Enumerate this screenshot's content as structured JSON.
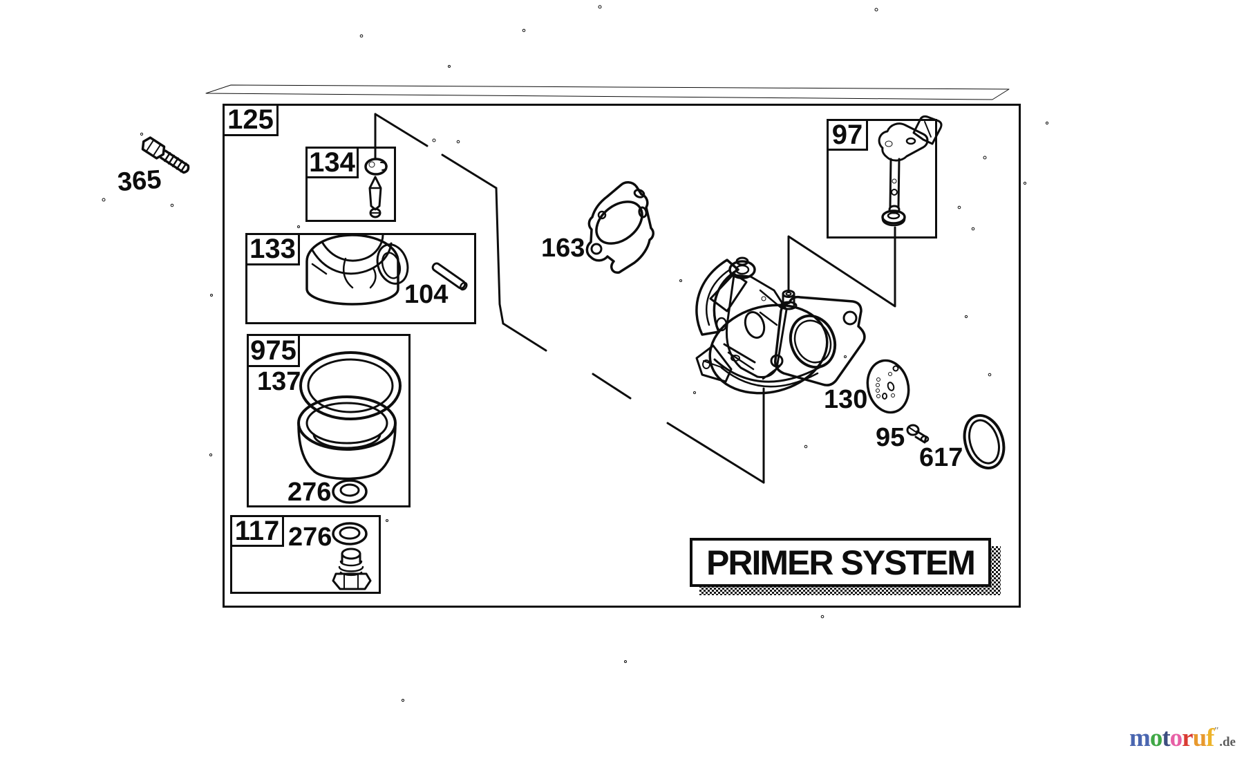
{
  "colors": {
    "ink": "#0d0d0d",
    "paper": "#ffffff"
  },
  "diagram": {
    "assembly_label": "125",
    "title_plate": "PRIMER SYSTEM",
    "group_boxes": [
      {
        "id": "needle-valve-kit",
        "label": "134"
      },
      {
        "id": "float-kit",
        "label": "133"
      },
      {
        "id": "bowl-kit",
        "label": "975"
      },
      {
        "id": "drain-kit",
        "label": "117"
      },
      {
        "id": "throttle-shaft-kit",
        "label": "97"
      }
    ],
    "callouts": {
      "mounting_bolt": "365",
      "carb_gasket": "163",
      "float_hinge_pin": "104",
      "bowl_gasket": "137",
      "bowl_washer": "276",
      "drain_washer": "276",
      "primer_plate": "130",
      "screw": "95",
      "o_ring": "617"
    }
  },
  "watermark": {
    "letters": [
      {
        "char": "m",
        "color": "#4a66b0"
      },
      {
        "char": "o",
        "color": "#3fa846"
      },
      {
        "char": "t",
        "color": "#3d4e80"
      },
      {
        "char": "o",
        "color": "#e75fa5"
      },
      {
        "char": "r",
        "color": "#d93a32"
      },
      {
        "char": "u",
        "color": "#e8992e"
      },
      {
        "char": "f",
        "color": "#edb32a"
      }
    ],
    "mark": "″",
    "suffix": ".de",
    "suffix_color": "#5c5c5c"
  }
}
